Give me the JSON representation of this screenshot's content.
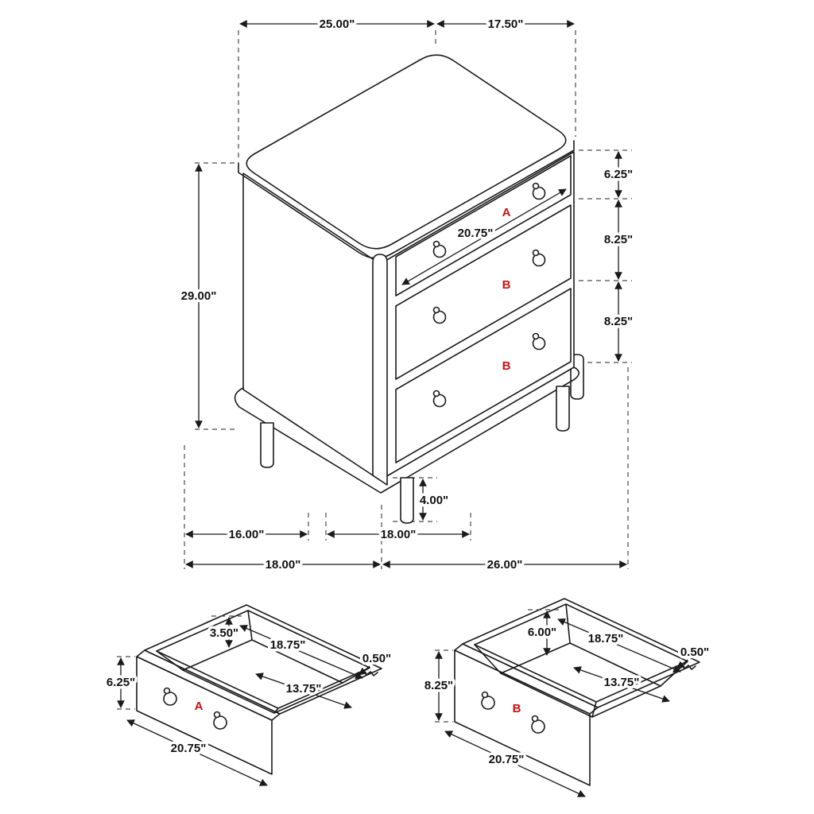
{
  "title": "Dresser dimension diagram",
  "colors": {
    "line": "#1a1a1a",
    "dashed": "#4a4a4a",
    "label_red": "#cc1111",
    "text": "#111111",
    "background": "#ffffff"
  },
  "main": {
    "top_width": "25.00\"",
    "top_depth": "17.50\"",
    "drawer_a_height": "6.25\"",
    "drawer_b1_height": "8.25\"",
    "drawer_b2_height": "8.25\"",
    "overall_height": "29.00\"",
    "drawer_face_width": "20.75\"",
    "leg_height": "4.00\"",
    "leg_spacing_depth": "16.00\"",
    "leg_spacing_width": "18.00\"",
    "base_depth": "18.00\"",
    "base_width": "26.00\"",
    "drawer1_label": "A",
    "drawer2_label": "B",
    "drawer3_label": "B"
  },
  "drawer_a": {
    "label": "A",
    "front_height": "6.25\"",
    "side_height": "3.50\"",
    "inner_width": "18.75\"",
    "wall_thickness": "0.50\"",
    "inner_depth": "13.75\"",
    "front_width": "20.75\""
  },
  "drawer_b": {
    "label": "B",
    "front_height": "8.25\"",
    "side_height": "6.00\"",
    "inner_width": "18.75\"",
    "wall_thickness": "0.50\"",
    "inner_depth": "13.75\"",
    "front_width": "20.75\""
  }
}
